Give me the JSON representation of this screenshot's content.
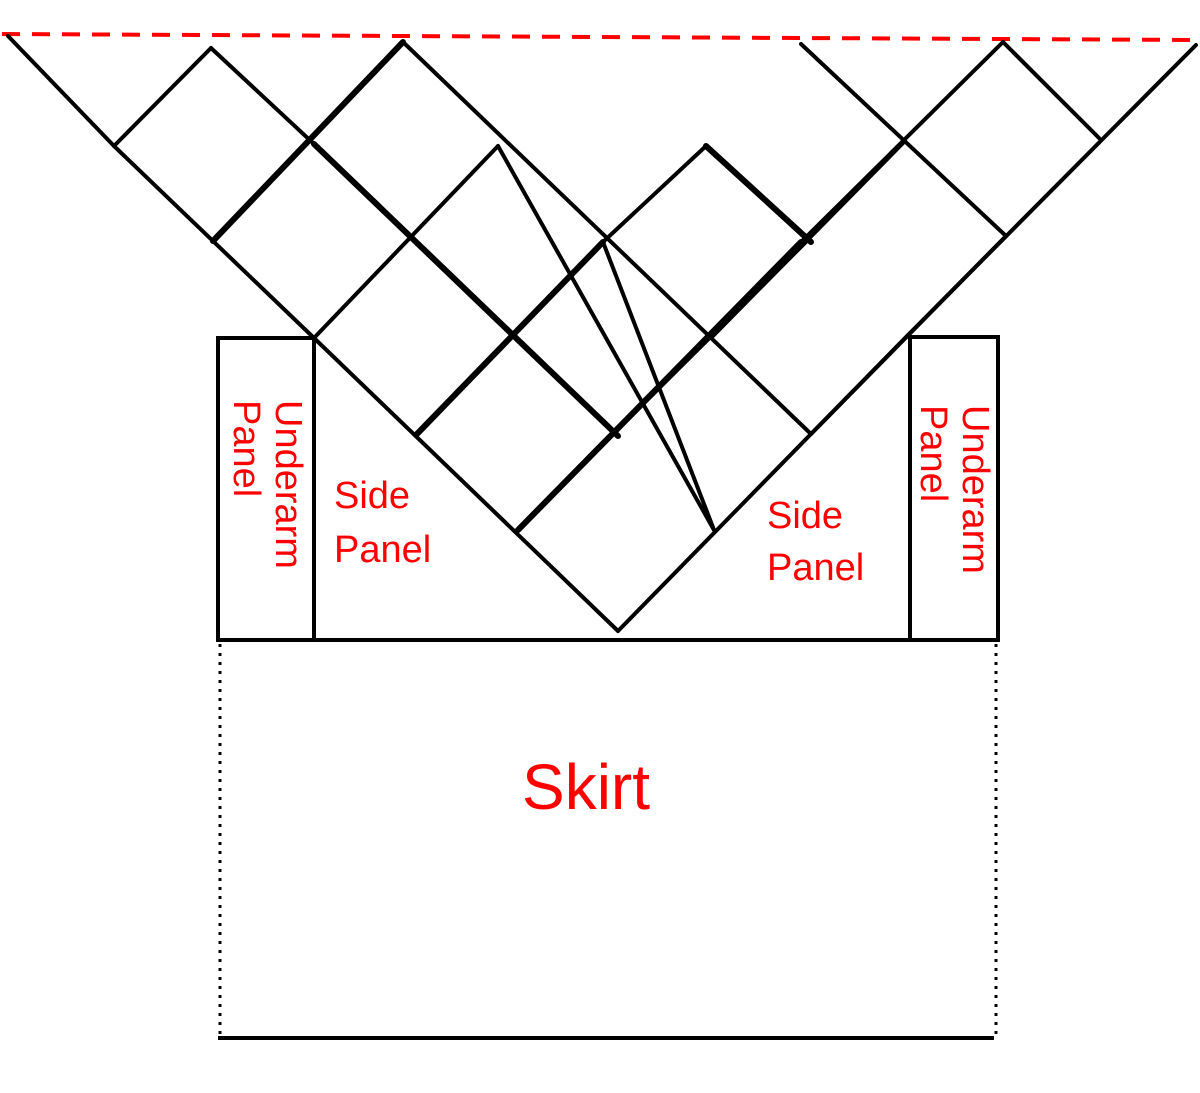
{
  "colors": {
    "line": "#000000",
    "label": "#ff0000",
    "guide": "#ff0000",
    "background": "#ffffff"
  },
  "labels": {
    "underarm_left": {
      "line1": "Underarm",
      "line2": "Panel"
    },
    "side_left": {
      "line1": "Side",
      "line2": "Panel"
    },
    "side_right": {
      "line1": "Side",
      "line2": "Panel"
    },
    "underarm_right": {
      "line1": "Underarm",
      "line2": "Panel"
    },
    "skirt": "Skirt"
  }
}
